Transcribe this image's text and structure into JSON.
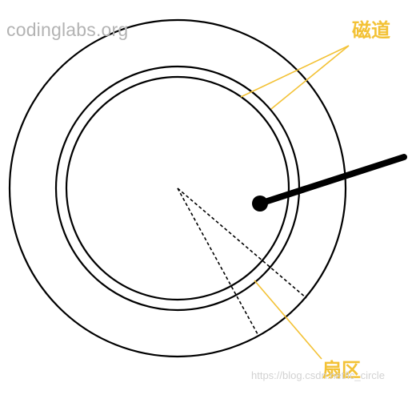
{
  "watermark": "codinglabs.org",
  "labels": {
    "track": "磁道",
    "sector": "扇区"
  },
  "credit": "https://blog.csdn.net/lc_circle",
  "colors": {
    "line": "#000000",
    "annotation": "#f3c236",
    "watermark": "#b3b3b3"
  }
}
